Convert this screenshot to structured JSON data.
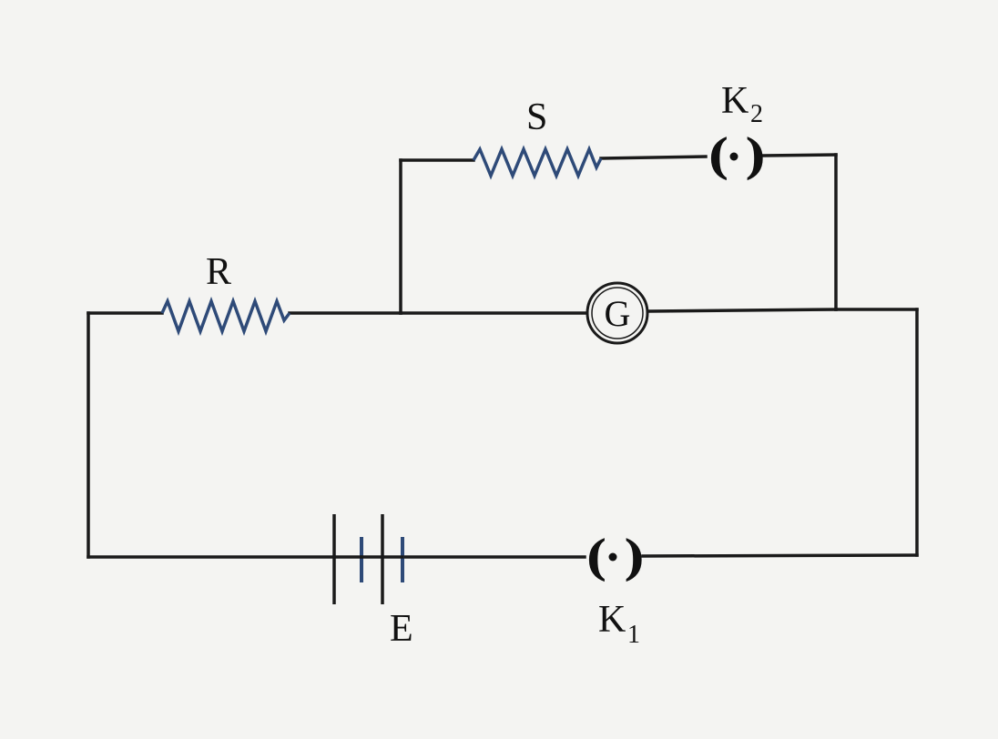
{
  "labels": {
    "resistor_r": "R",
    "resistor_s": "S",
    "galvanometer": "G",
    "cell": "E",
    "key1_main": "K",
    "key1_sub": "1",
    "key2_main": "K",
    "key2_sub": "2"
  },
  "colors": {
    "wire": "#1a1a1a",
    "resistor": "#2e4a78",
    "cell_short_plate": "#2e4a78",
    "background": "#f4f4f2"
  }
}
